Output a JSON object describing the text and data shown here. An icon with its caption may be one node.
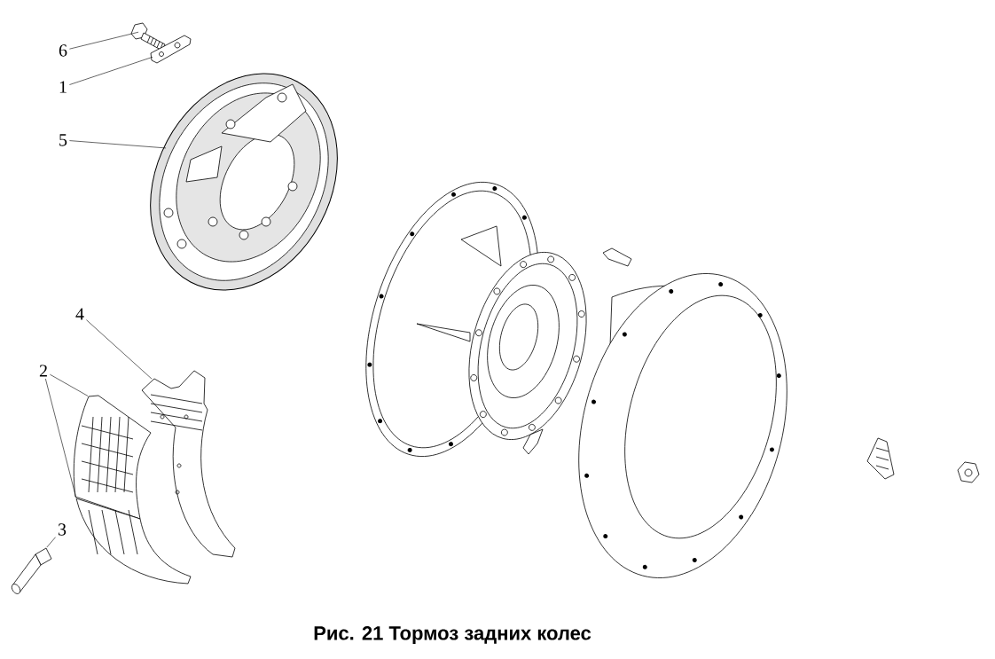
{
  "diagram": {
    "caption": "Рис. 21 Тормоз задних колес",
    "nodes": [
      {
        "text": [
          "6"
        ]
      },
      {
        "text": [],
        "shape": "picture"
      },
      {
        "text": [
          "1"
        ]
      },
      {
        "text": [],
        "shape": "picture"
      },
      {
        "text": [
          "5"
        ]
      },
      {
        "text": [],
        "shape": "picture"
      },
      {
        "text": [
          "4"
        ]
      },
      {
        "text": [],
        "shape": "picture"
      },
      {
        "text": [
          "2"
        ]
      },
      {
        "text": [],
        "shape": "picture"
      },
      {
        "text": [],
        "shape": "picture"
      },
      {
        "text": [
          "3"
        ]
      },
      {
        "text": [],
        "shape": "picture"
      }
    ],
    "edges": [
      {
        "from": 0,
        "to": 1,
        "arrow": "none"
      },
      {
        "from": 2,
        "to": 3,
        "arrow": "none"
      },
      {
        "from": 4,
        "to": 5,
        "arrow": "none"
      },
      {
        "from": 6,
        "to": 7,
        "arrow": "none"
      },
      {
        "from": 8,
        "to": 9,
        "arrow": "none"
      },
      {
        "from": 8,
        "to": 10,
        "arrow": "none"
      },
      {
        "from": 11,
        "to": 12,
        "arrow": "none"
      }
    ]
  }
}
